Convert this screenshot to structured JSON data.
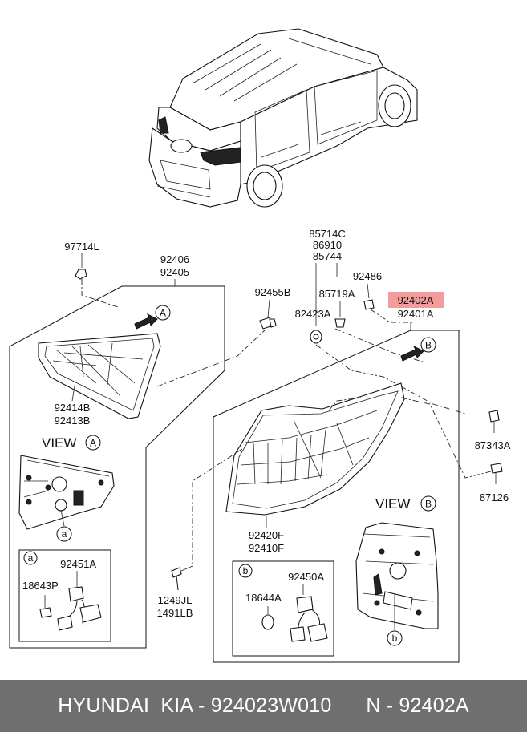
{
  "labels": {
    "p97714L": "97714L",
    "p92406": "92406",
    "p92405": "92405",
    "p92455B": "92455B",
    "p85714C": "85714C",
    "p86910": "86910",
    "p85744": "85744",
    "p85719A": "85719A",
    "p82423A": "82423A",
    "p92486": "92486",
    "p92402A": "92402A",
    "p92401A": "92401A",
    "p92414B": "92414B",
    "p92413B": "92413B",
    "p87343A": "87343A",
    "p87126": "87126",
    "p92420F": "92420F",
    "p92410F": "92410F",
    "p92451A": "92451A",
    "p18643P": "18643P",
    "p1249JL": "1249JL",
    "p1491LB": "1491LB",
    "p18644A": "18644A",
    "p92450A": "92450A"
  },
  "views": {
    "a_title": "VIEW",
    "b_title": "VIEW"
  },
  "markers": {
    "A": "A",
    "B": "B",
    "a": "a",
    "b": "b"
  },
  "highlight_color": "#f28b8b",
  "footer": {
    "text": "HYUNDAI  KIA - 924023W010      N - 92402A",
    "background": "#6f6f6f"
  }
}
